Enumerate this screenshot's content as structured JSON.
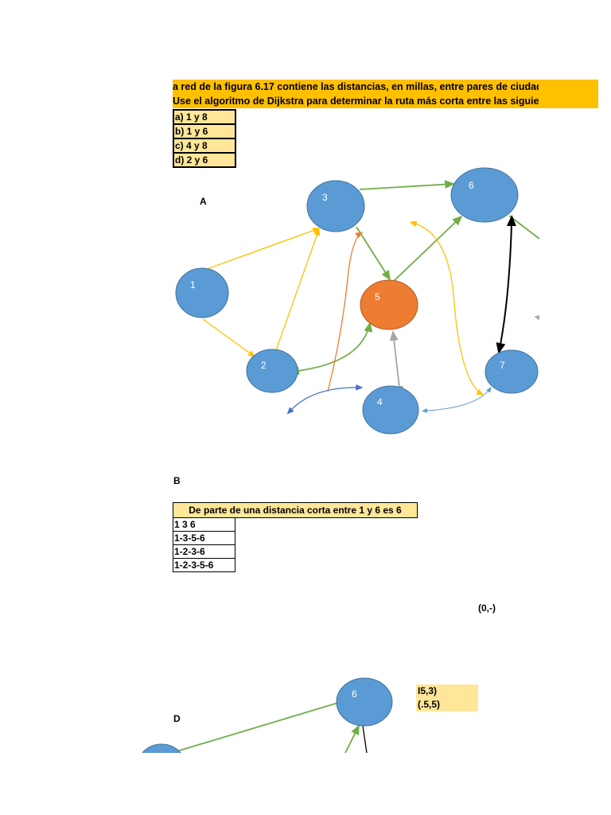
{
  "problem": {
    "line1": "a red de la figura 6.17 contiene las distancias, en millas, entre pares de ciudade",
    "line2": "Use el algoritmo de Dijkstra para determinar la ruta más corta entre las siguien"
  },
  "questions": [
    "a) 1 y 8",
    "b) 1 y 6",
    "c) 4 y 8",
    "d) 2 y 6"
  ],
  "sections": {
    "a": "A",
    "b": "B",
    "d": "D"
  },
  "graph_a": {
    "nodes": [
      "1",
      "2",
      "3",
      "4",
      "5",
      "6",
      "7"
    ],
    "colors": {
      "node": "#5b9bd5",
      "highlight": "#ed7d31",
      "green": "#70ad47",
      "yellow": "#ffc000",
      "orange": "#ed7d31",
      "gray": "#a5a5a5",
      "blue": "#4472c4",
      "black": "#000000"
    }
  },
  "routes_table": {
    "header": "De parte de una distancia corta entre 1 y 6 es 6",
    "rows": [
      "1 3 6",
      "1-3-5-6",
      "1-2-3-6",
      "1-2-3-5-6"
    ]
  },
  "label_zero": "(0,-)",
  "graph_d": {
    "node_label": "6",
    "labels": [
      "I5,3)",
      "(.5,5)"
    ]
  }
}
